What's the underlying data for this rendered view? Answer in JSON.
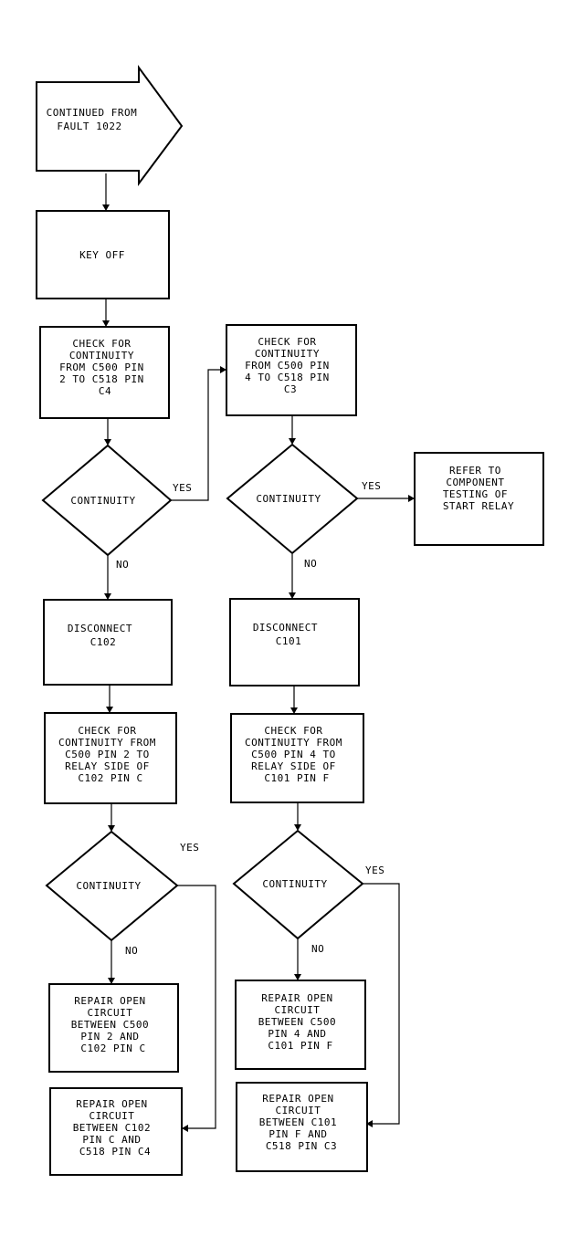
{
  "start": {
    "lines": [
      "CONTINUED FROM",
      "FAULT 1022"
    ]
  },
  "key_off": {
    "lines": [
      "KEY OFF"
    ]
  },
  "check_left_1": {
    "lines": [
      "CHECK FOR",
      "CONTINUITY",
      "FROM C500 PIN",
      "2 TO C518 PIN",
      "C4"
    ]
  },
  "check_right_1": {
    "lines": [
      "CHECK FOR",
      "CONTINUITY",
      "FROM C500 PIN",
      "4 TO C518 PIN",
      "C3"
    ]
  },
  "decision_left_1": {
    "label": "CONTINUITY"
  },
  "decision_right_1": {
    "label": "CONTINUITY"
  },
  "refer_box": {
    "lines": [
      "REFER TO",
      "COMPONENT",
      "TESTING OF",
      "START RELAY"
    ]
  },
  "disconnect_left": {
    "lines": [
      "DISCONNECT",
      "C102"
    ]
  },
  "disconnect_right": {
    "lines": [
      "DISCONNECT",
      "C101"
    ]
  },
  "check_left_2": {
    "lines": [
      "CHECK FOR",
      "CONTINUITY FROM",
      "C500 PIN 2 TO",
      "RELAY SIDE OF",
      "C102 PIN C"
    ]
  },
  "check_right_2": {
    "lines": [
      "CHECK FOR",
      "CONTINUITY FROM",
      "C500 PIN 4 TO",
      "RELAY SIDE OF",
      "C101 PIN F"
    ]
  },
  "decision_left_2": {
    "label": "CONTINUITY"
  },
  "decision_right_2": {
    "label": "CONTINUITY"
  },
  "repair_left_1": {
    "lines": [
      "REPAIR OPEN",
      "CIRCUIT",
      "BETWEEN C500",
      "PIN 2 AND",
      "C102 PIN C"
    ]
  },
  "repair_right_1": {
    "lines": [
      "REPAIR OPEN",
      "CIRCUIT",
      "BETWEEN C500",
      "PIN 4 AND",
      "C101 PIN F"
    ]
  },
  "repair_left_2": {
    "lines": [
      "REPAIR OPEN",
      "CIRCUIT",
      "BETWEEN C102",
      "PIN C AND",
      "C518 PIN C4"
    ]
  },
  "repair_right_2": {
    "lines": [
      "REPAIR OPEN",
      "CIRCUIT",
      "BETWEEN C101",
      "PIN F AND",
      "C518 PIN C3"
    ]
  },
  "edge_labels": {
    "yes": "YES",
    "no": "NO"
  }
}
